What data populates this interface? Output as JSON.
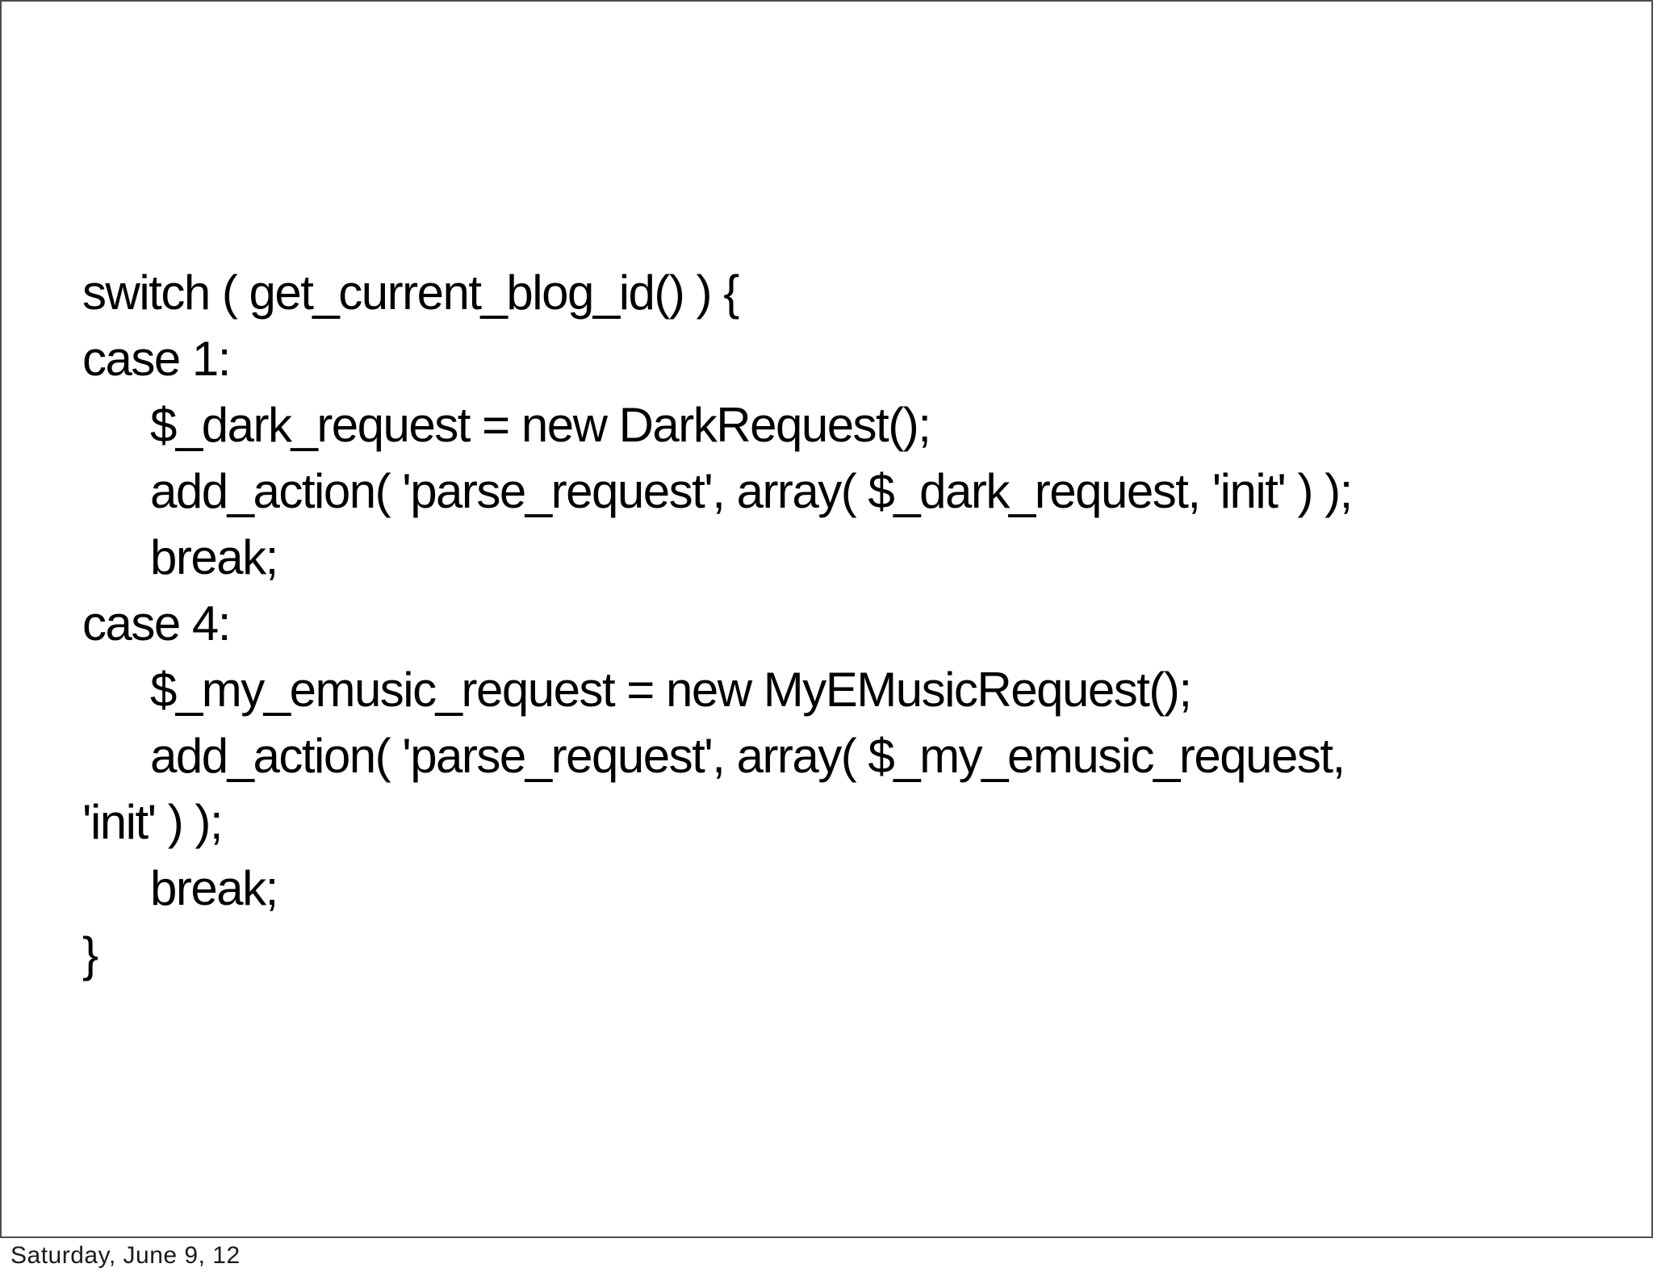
{
  "slide": {
    "kind": "presentation-slide",
    "code_lines": [
      {
        "indent": 0,
        "text": "switch ( get_current_blog_id() ) {"
      },
      {
        "indent": 0,
        "text": "case 1:"
      },
      {
        "indent": 1,
        "text": "$_dark_request = new DarkRequest();"
      },
      {
        "indent": 1,
        "text": "add_action( 'parse_request', array( $_dark_request, 'init' ) );"
      },
      {
        "indent": 1,
        "text": "break;"
      },
      {
        "indent": 0,
        "text": "case 4:"
      },
      {
        "indent": 1,
        "text": "$_my_emusic_request = new MyEMusicRequest();"
      },
      {
        "indent": 1,
        "text": "add_action( 'parse_request', array( $_my_emusic_request,"
      },
      {
        "indent": 0,
        "text": "'init' ) );"
      },
      {
        "indent": 1,
        "text": "break;"
      },
      {
        "indent": 0,
        "text": "}"
      }
    ]
  },
  "footer": {
    "date": "Saturday, June 9, 12"
  },
  "colors": {
    "background": "#ffffff",
    "slide_border": "#4d4d4d",
    "code_text": "#000000",
    "footer_text": "#1a1a1a"
  }
}
